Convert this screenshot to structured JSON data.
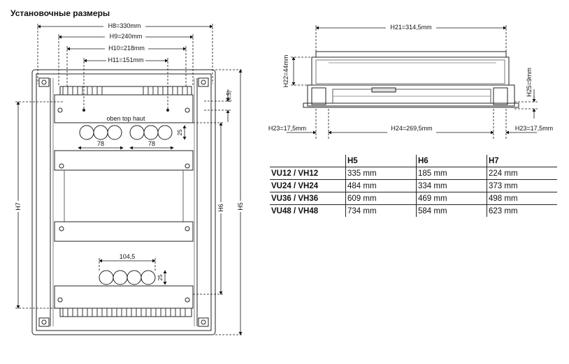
{
  "page_title": "Установочные размеры",
  "front_view": {
    "dims": {
      "h8": "H8=330mm",
      "h9": "H9=240mm",
      "h10": "H10=218mm",
      "h11": "H11=151mm",
      "offset": "(6,5)",
      "hole_height_top": "25",
      "hole_width_left": "78",
      "hole_width_right": "78",
      "hole_width_bottom": "104,5",
      "hole_height_bottom": "25",
      "h7": "H7",
      "h6": "H6",
      "h5": "H5"
    },
    "label_oben": "oben top haut"
  },
  "side_view": {
    "dims": {
      "h21": "H21=314,5mm",
      "h22": "H22=44mm",
      "h25": "H25=9mm",
      "h23_left": "H23=17,5mm",
      "h24": "H24=269,5mm",
      "h23_right": "H23=17,5mm"
    }
  },
  "table": {
    "headers": [
      "",
      "H5",
      "H6",
      "H7"
    ],
    "rows": [
      {
        "model": "VU12 / VH12",
        "h5": "335 mm",
        "h6": "185 mm",
        "h7": "224 mm"
      },
      {
        "model": "VU24 / VH24",
        "h5": "484 mm",
        "h6": "334 mm",
        "h7": "373 mm"
      },
      {
        "model": "VU36 / VH36",
        "h5": "609 mm",
        "h6": "469 mm",
        "h7": "498 mm"
      },
      {
        "model": "VU48 / VH48",
        "h5": "734 mm",
        "h6": "584 mm",
        "h7": "623 mm"
      }
    ]
  }
}
